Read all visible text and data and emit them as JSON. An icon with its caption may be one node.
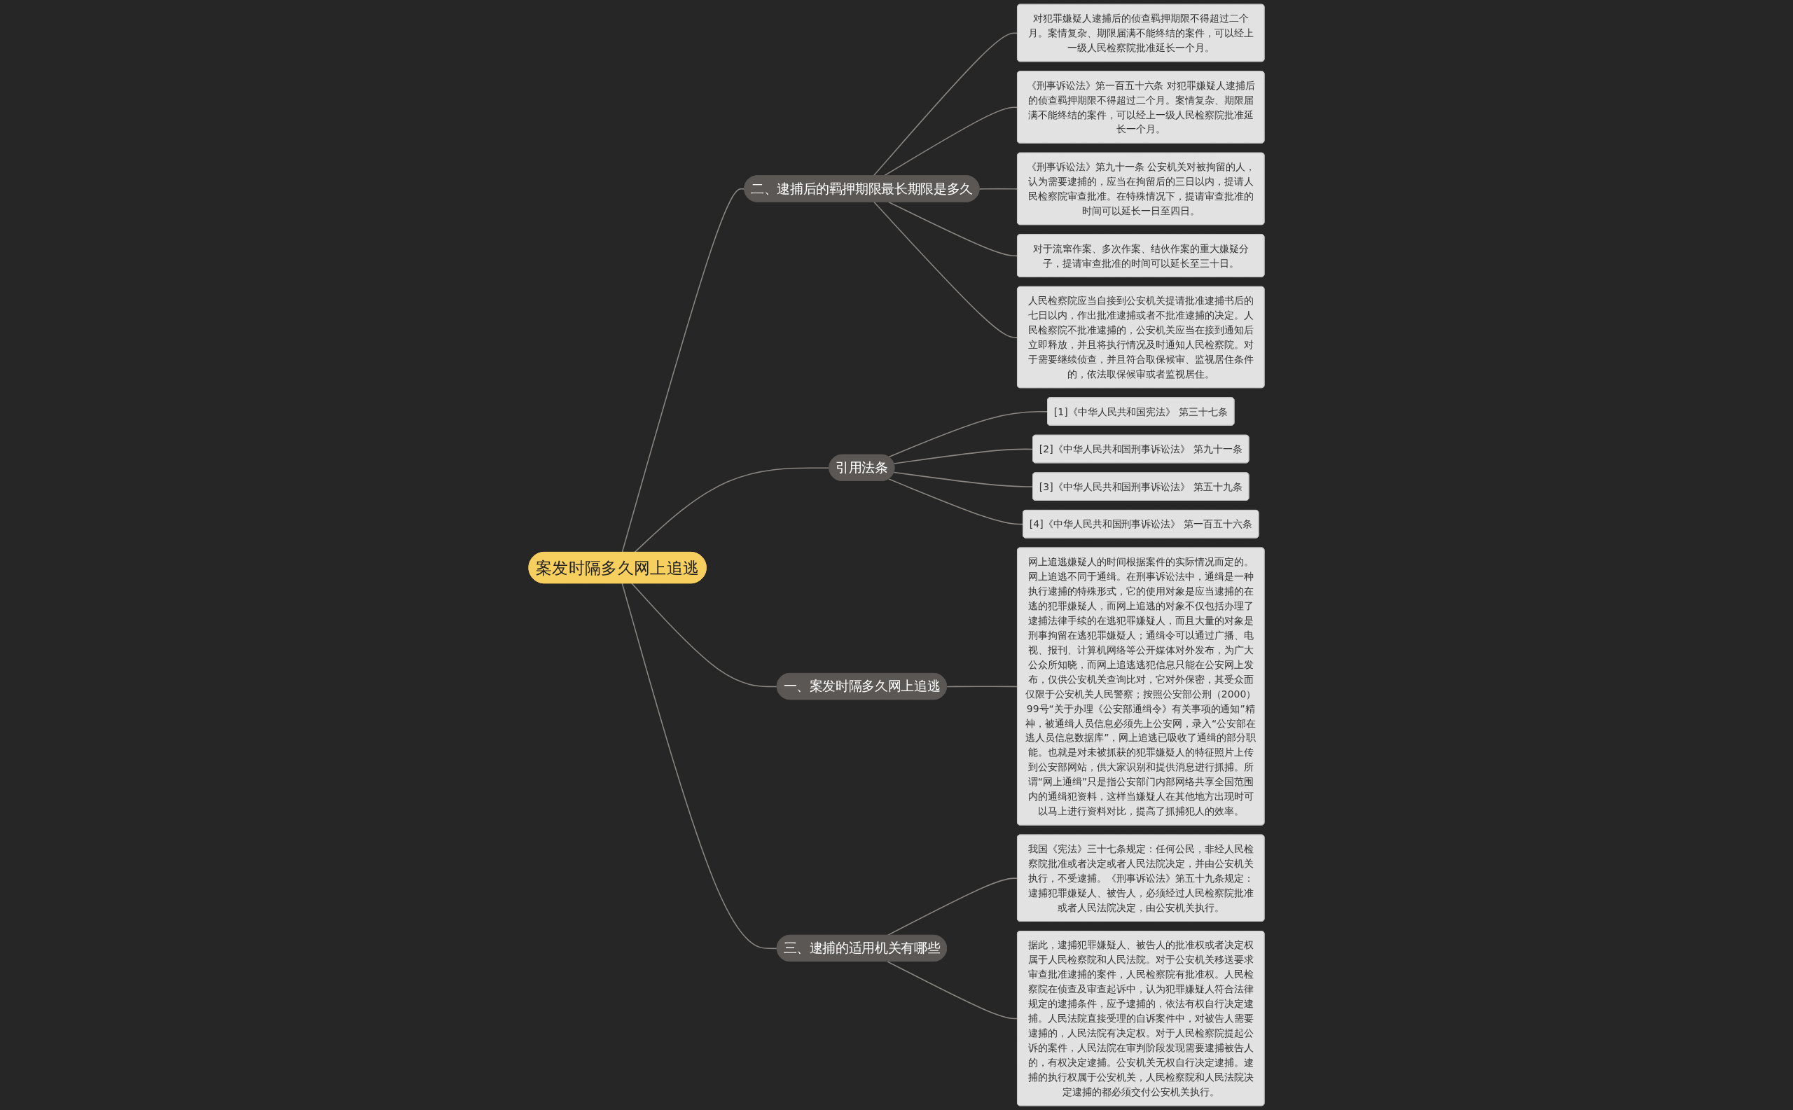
{
  "diagram": {
    "nodes": [
      {
        "text": [
          "案发时隔多久网上追逃"
        ]
      },
      {
        "text": [
          "二、逮捕后的羁押期限最长期限是多久"
        ]
      },
      {
        "text": [
          "对犯罪嫌疑人逮捕后的侦查羁押期限不得超过二个月。案情复杂、期限届满不能终结的案件，可以经上一级人民检察院批准延长一个月。"
        ]
      },
      {
        "text": [
          "《刑事诉讼法》第一百五十六条 对犯罪嫌疑人逮捕后的侦查羁押期限不得超过二个月。案情复杂、期限届满不能终结的案件，可以经上一级人民检察院批准延长一个月。"
        ]
      },
      {
        "text": [
          "《刑事诉讼法》第九十一条 公安机关对被拘留的人，认为需要逮捕的，应当在拘留后的三日以内，提请人民检察院审查批准。在特殊情况下，提请审查批准的时间可以延长一日至四日。"
        ]
      },
      {
        "text": [
          "对于流窜作案、多次作案、结伙作案的重大嫌疑分子，提请审查批准的时间可以延长至三十日。"
        ]
      },
      {
        "text": [
          "人民检察院应当自接到公安机关提请批准逮捕书后的七日以内，作出批准逮捕或者不批准逮捕的决定。人民检察院不批准逮捕的，公安机关应当在接到通知后立即释放，并且将执行情况及时通知人民检察院。对于需要继续侦查，并且符合取保候审、监视居住条件的，依法取保候审或者监视居住。"
        ]
      },
      {
        "text": [
          "引用法条"
        ]
      },
      {
        "text": [
          "[1]《中华人民共和国宪法》 第三十七条"
        ]
      },
      {
        "text": [
          "[2]《中华人民共和国刑事诉讼法》 第九十一条"
        ]
      },
      {
        "text": [
          "[3]《中华人民共和国刑事诉讼法》 第五十九条"
        ]
      },
      {
        "text": [
          "[4]《中华人民共和国刑事诉讼法》 第一百五十六条"
        ]
      },
      {
        "text": [
          "一、案发时隔多久网上追逃"
        ]
      },
      {
        "text": [
          "网上追逃嫌疑人的时间根据案件的实际情况而定的。网上追逃不同于通缉。在刑事诉讼法中，通缉是一种执行逮捕的特殊形式，它的使用对象是应当逮捕的在逃的犯罪嫌疑人，而网上追逃的对象不仅包括办理了逮捕法律手续的在逃犯罪嫌疑人，而且大量的对象是刑事拘留在逃犯罪嫌疑人；通缉令可以通过广播、电视、报刊、计算机网络等公开媒体对外发布，为广大公众所知晓，而网上追逃逃犯信息只能在公安网上发布，仅供公安机关查询比对，它对外保密，其受众面仅限于公安机关人民警察；按照公安部公刑（2000）99号“关于办理《公安部通缉令》有关事项的通知”精神，被通缉人员信息必须先上公安网，录入“公安部在逃人员信息数据库”，网上追逃已吸收了通缉的部分职能。也就是对未被抓获的犯罪嫌疑人的特征照片上传到公安部网站，供大家识别和提供消息进行抓捕。所谓“网上通缉”只是指公安部门内部网络共享全国范围内的通缉犯资料，这样当嫌疑人在其他地方出现时可以马上进行资料对比，提高了抓捕犯人的效率。"
        ]
      },
      {
        "text": [
          "三、逮捕的适用机关有哪些"
        ]
      },
      {
        "text": [
          "我国《宪法》三十七条规定：任何公民，非经人民检察院批准或者决定或者人民法院决定，并由公安机关执行，不受逮捕。《刑事诉讼法》第五十九条规定：逮捕犯罪嫌疑人、被告人，必须经过人民检察院批准或者人民法院决定，由公安机关执行。"
        ]
      },
      {
        "text": [
          "据此，逮捕犯罪嫌疑人、被告人的批准权或者决定权属于人民检察院和人民法院。对于公安机关移送要求审查批准逮捕的案件，人民检察院有批准权。人民检察院在侦查及审查起诉中，认为犯罪嫌疑人符合法律规定的逮捕条件，应予逮捕的，依法有权自行决定逮捕。人民法院直接受理的自诉案件中，对被告人需要逮捕的，人民法院有决定权。对于人民检察院提起公诉的案件，人民法院在审判阶段发现需要逮捕被告人的，有权决定逮捕。公安机关无权自行决定逮捕。逮捕的执行权属于公安机关，人民检察院和人民法院决定逮捕的都必须交付公安机关执行。"
        ]
      }
    ],
    "edges": [
      {
        "from": 0,
        "to": 1,
        "arrow": "none"
      },
      {
        "from": 1,
        "to": 2,
        "arrow": "none"
      },
      {
        "from": 1,
        "to": 3,
        "arrow": "none"
      },
      {
        "from": 1,
        "to": 4,
        "arrow": "none"
      },
      {
        "from": 1,
        "to": 5,
        "arrow": "none"
      },
      {
        "from": 1,
        "to": 6,
        "arrow": "none"
      },
      {
        "from": 0,
        "to": 7,
        "arrow": "none"
      },
      {
        "from": 7,
        "to": 8,
        "arrow": "none"
      },
      {
        "from": 7,
        "to": 9,
        "arrow": "none"
      },
      {
        "from": 7,
        "to": 10,
        "arrow": "none"
      },
      {
        "from": 7,
        "to": 11,
        "arrow": "none"
      },
      {
        "from": 0,
        "to": 12,
        "arrow": "none"
      },
      {
        "from": 12,
        "to": 13,
        "arrow": "none"
      },
      {
        "from": 0,
        "to": 14,
        "arrow": "none"
      },
      {
        "from": 14,
        "to": 15,
        "arrow": "none"
      },
      {
        "from": 14,
        "to": 16,
        "arrow": "none"
      }
    ]
  }
}
